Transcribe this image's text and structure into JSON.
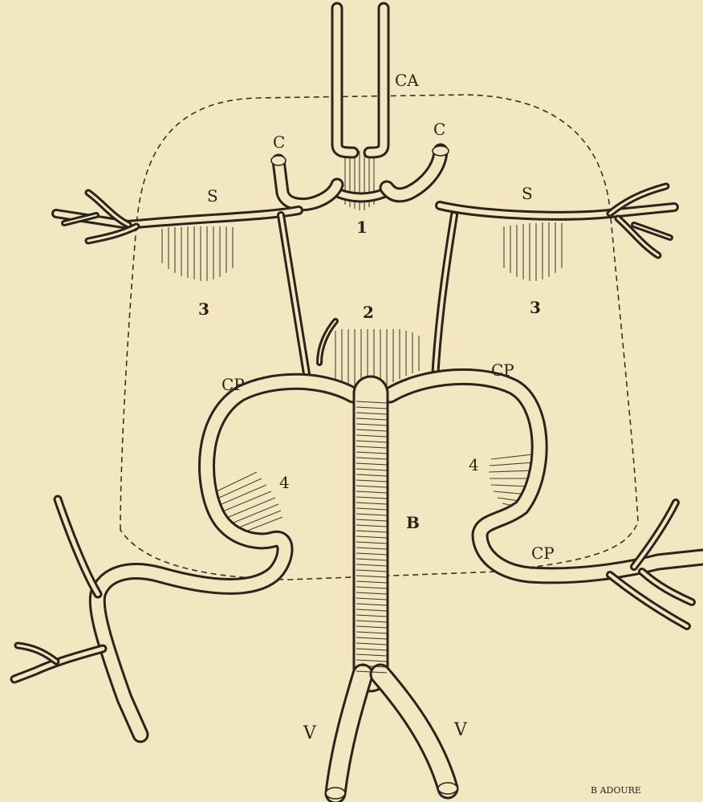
{
  "labels": {
    "ca": "CA",
    "c_left": "C",
    "c_right": "C",
    "s_left": "S",
    "s_right": "S",
    "n1": "1",
    "n2": "2",
    "n3_left": "3",
    "n3_right": "3",
    "cp_left": "CP",
    "cp_right": "CP",
    "cp_lower_right": "CP",
    "n4_left": "4",
    "n4_right": "4",
    "b": "B",
    "v_left": "V",
    "v_right": "V"
  },
  "signature": "B ADOURE",
  "colors": {
    "paper": "#f3e7c2",
    "ink": "#2b241a"
  }
}
